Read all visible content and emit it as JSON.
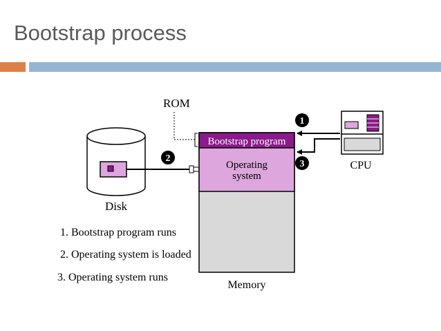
{
  "slide": {
    "title": "Bootstrap process"
  },
  "diagram": {
    "rom_label": "ROM",
    "bootstrap_label": "Bootstrap program",
    "os_label_line1": "Operating",
    "os_label_line2": "system",
    "memory_label": "Memory",
    "disk_label": "Disk",
    "cpu_label": "CPU",
    "step_badges": [
      "1",
      "2",
      "3"
    ],
    "steps": [
      "1. Bootstrap program runs",
      "2. Operating system is loaded",
      "3. Operating system runs"
    ]
  },
  "colors": {
    "title": "#5a5a5a",
    "accent_orange": "#dd8047",
    "accent_blue": "#94b6d2",
    "bootstrap_fill": "#8b1a8b",
    "os_fill": "#dda6dd",
    "memory_fill": "#d9d9d9"
  }
}
